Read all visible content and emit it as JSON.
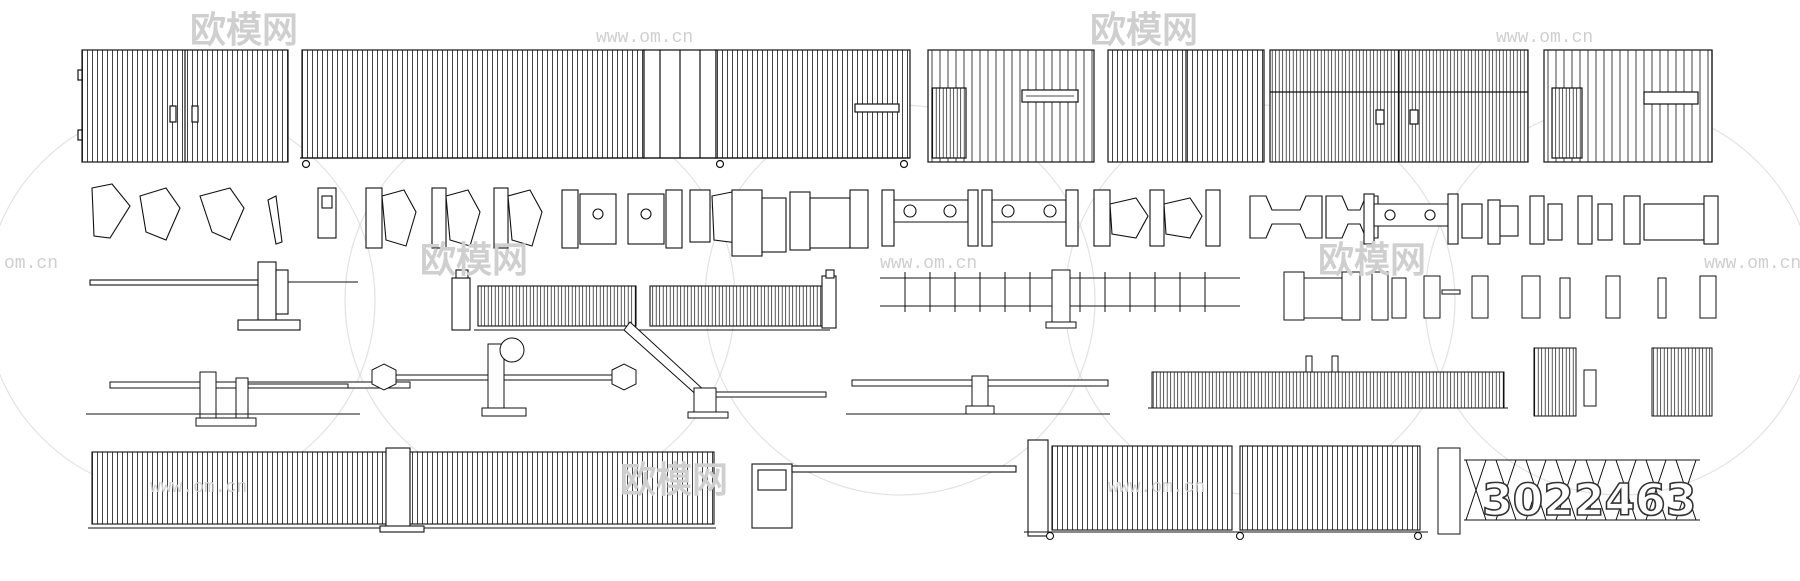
{
  "watermarks": {
    "brand_text": "欧模网",
    "url_text": "www.om.cn",
    "edge_url_left": "om.cn",
    "edge_url_right": "www.om.cn",
    "id_text": "3022463"
  },
  "colors": {
    "line": "#111111",
    "watermark": "#d4d4d4",
    "background": "#ffffff"
  }
}
